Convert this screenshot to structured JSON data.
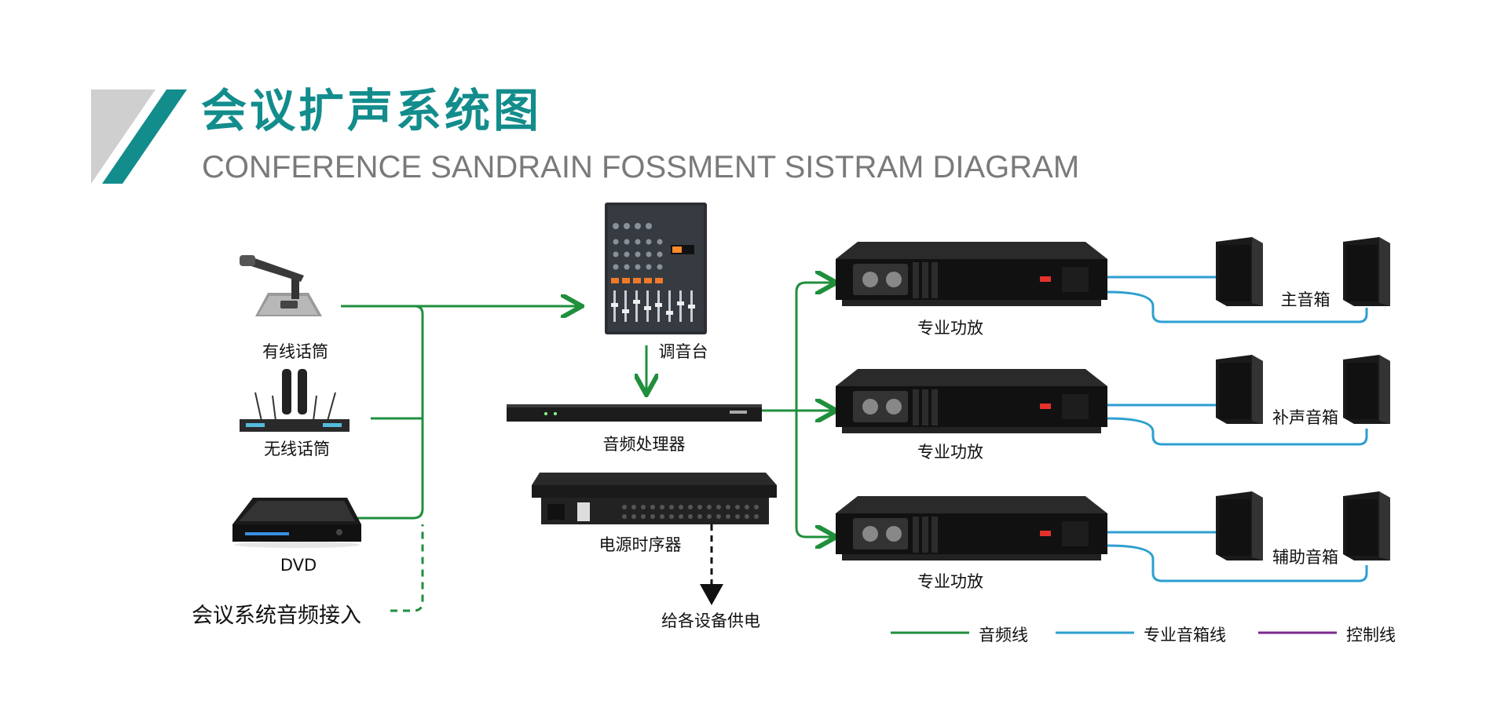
{
  "header": {
    "title_cn": "会议扩声系统图",
    "title_en": "CONFERENCE SANDRAIN FOSSMENT SISTRAM DIAGRAM"
  },
  "devices": {
    "wired_mic": "有线话筒",
    "wireless_mic": "无线话筒",
    "dvd": "DVD",
    "conference_input": "会议系统音频接入",
    "mixer": "调音台",
    "processor": "音频处理器",
    "sequencer": "电源时序器",
    "power_out": "给各设备供电",
    "amp_1": "专业功放",
    "amp_2": "专业功放",
    "amp_3": "专业功放",
    "speaker_main": "主音箱",
    "speaker_fill": "补声音箱",
    "speaker_aux": "辅助音箱"
  },
  "legend": {
    "audio": "音频线",
    "speaker": "专业音箱线",
    "control": "控制线"
  },
  "colors": {
    "teal": "#138c8c",
    "audio_line": "#1f8f3c",
    "speaker_line": "#2d9fd0",
    "control_line": "#7a2a8c"
  }
}
